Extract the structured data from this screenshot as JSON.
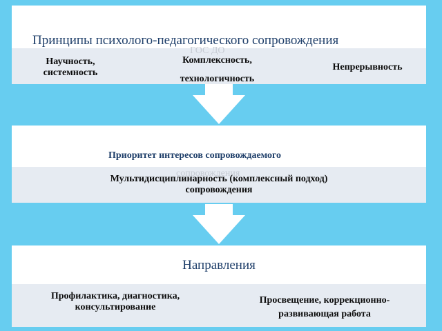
{
  "box1": {
    "title": "Принципы психолого-педагогического сопровождения",
    "watermark": "ГОС ДО",
    "items": [
      "Научность, системность",
      "Комплексность, технологичность",
      "Непрерывность"
    ]
  },
  "box2": {
    "title": "Приоритет интересов сопровождаемого",
    "watermark": "сопровождения",
    "body": "Мультидисциплинарность (комплексный подход) сопровождения"
  },
  "box3": {
    "title": "Направления",
    "items": [
      "Профилактика, диагностика, консультирование",
      "Просвещение, коррекционно-развивающая работа"
    ]
  },
  "colors": {
    "background": "#67cdf0",
    "panel_header": "#ffffff",
    "panel_body": "#e6ebf2",
    "title_text": "#1f3f6a",
    "arrow_fill": "#ffffff"
  }
}
